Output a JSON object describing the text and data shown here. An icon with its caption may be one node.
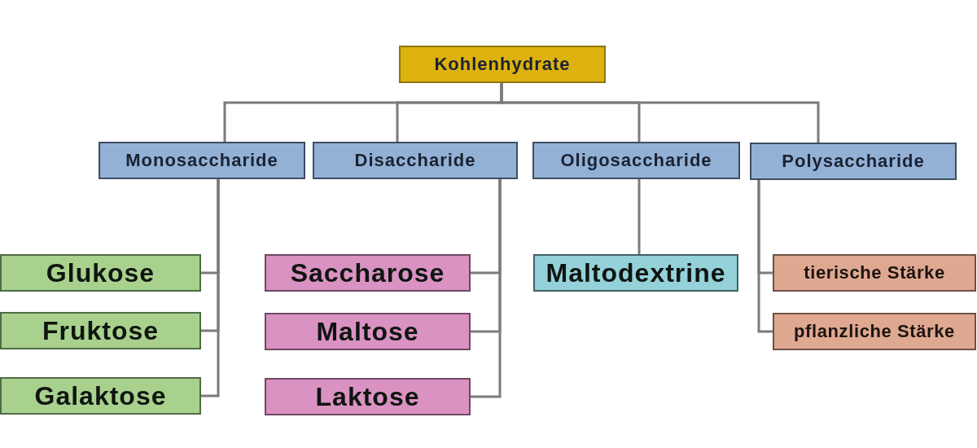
{
  "diagram": {
    "nodes": [
      {
        "text": [
          "Kohlenhydrate"
        ]
      },
      {
        "text": [
          "Monosaccharide"
        ]
      },
      {
        "text": [
          "Disaccharide"
        ]
      },
      {
        "text": [
          "Oligosaccharide"
        ]
      },
      {
        "text": [
          "Polysaccharide"
        ]
      },
      {
        "text": [
          "Glukose"
        ]
      },
      {
        "text": [
          "Fruktose"
        ]
      },
      {
        "text": [
          "Galaktose"
        ]
      },
      {
        "text": [
          "Saccharose"
        ]
      },
      {
        "text": [
          "Maltose"
        ]
      },
      {
        "text": [
          "Laktose"
        ]
      },
      {
        "text": [
          "Maltodextrine"
        ]
      },
      {
        "text": [
          "tierische Stärke"
        ]
      },
      {
        "text": [
          "pflanzliche Stärke"
        ]
      }
    ],
    "edges": [
      {
        "from": 0,
        "to": 1,
        "arrow": "none"
      },
      {
        "from": 0,
        "to": 2,
        "arrow": "none"
      },
      {
        "from": 0,
        "to": 3,
        "arrow": "none"
      },
      {
        "from": 0,
        "to": 4,
        "arrow": "none"
      },
      {
        "from": 1,
        "to": 5,
        "arrow": "none"
      },
      {
        "from": 1,
        "to": 6,
        "arrow": "none"
      },
      {
        "from": 1,
        "to": 7,
        "arrow": "none"
      },
      {
        "from": 2,
        "to": 8,
        "arrow": "none"
      },
      {
        "from": 2,
        "to": 9,
        "arrow": "none"
      },
      {
        "from": 2,
        "to": 10,
        "arrow": "none"
      },
      {
        "from": 3,
        "to": 11,
        "arrow": "none"
      },
      {
        "from": 4,
        "to": 12,
        "arrow": "none"
      },
      {
        "from": 4,
        "to": 13,
        "arrow": "none"
      }
    ]
  }
}
